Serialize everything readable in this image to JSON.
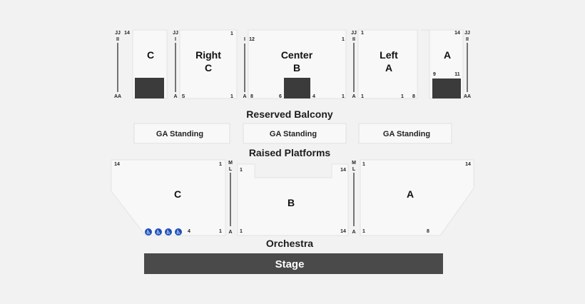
{
  "balcony": {
    "title": "Reserved Balcony",
    "sections": {
      "c": {
        "name": "C",
        "row_top": "14",
        "row_top_left": "JJ",
        "row_top_left_sep": "II",
        "row_bottom_left": "AA"
      },
      "right_c": {
        "name1": "Right",
        "name2": "C",
        "row_top_left": "JJ",
        "row_top_left_sep": "I",
        "row_bottom_left": "A",
        "seat_bottom_left": "S",
        "seat_top_right": "1",
        "seat_bottom_right": "1"
      },
      "center_b": {
        "name1": "Center",
        "name2": "B",
        "row_top_left": "I",
        "seat_top_left": "12",
        "seat_top_right": "1",
        "row_bottom_left": "A",
        "seat_bottom_left": "8",
        "seat_block_left": "6",
        "seat_block_right": "4",
        "seat_bottom_right": "1"
      },
      "left_a": {
        "name1": "Left",
        "name2": "A",
        "row_top_left": "JJ",
        "row_top_left_sep": "II",
        "seat_top_left": "1",
        "row_bottom_left": "A",
        "seat_bottom_left": "1",
        "seat_bottom_mid": "1",
        "seat_bottom_right": "8"
      },
      "a": {
        "name": "A",
        "seat_top": "14",
        "row_top_right": "JJ",
        "row_top_right_sep": "II",
        "seat_block_left": "9",
        "seat_block_right": "11",
        "row_bottom_right": "AA"
      }
    }
  },
  "ga": {
    "labels": [
      "GA Standing",
      "GA Standing",
      "GA Standing"
    ]
  },
  "platforms": {
    "title": "Raised Platforms"
  },
  "orchestra": {
    "title": "Orchestra",
    "sections": {
      "c": {
        "name": "C",
        "seat_top_left": "14",
        "seat_top_right": "1",
        "seat_bottom_mid": "4",
        "seat_bottom_right": "1"
      },
      "b": {
        "name": "B",
        "row_top1": "M",
        "row_top2": "L",
        "seat_top_left": "1",
        "seat_top_right": "14",
        "row_bottom": "A",
        "seat_bottom_left": "1",
        "seat_bottom_right": "14"
      },
      "a": {
        "name": "A",
        "row_top1": "M",
        "row_top2": "L",
        "seat_top_left": "1",
        "seat_top_right": "14",
        "row_bottom": "A",
        "seat_bottom_left": "1",
        "seat_bottom_right": "8"
      }
    },
    "accessible_icons": [
      "wheelchair-icon",
      "wheelchair-icon",
      "wheelchair-icon",
      "wheelchair-icon"
    ]
  },
  "stage": {
    "label": "Stage"
  },
  "colors": {
    "stage": "#4a4a4a",
    "block": "#3b3b3b",
    "accessible": "#1d4fb8"
  }
}
